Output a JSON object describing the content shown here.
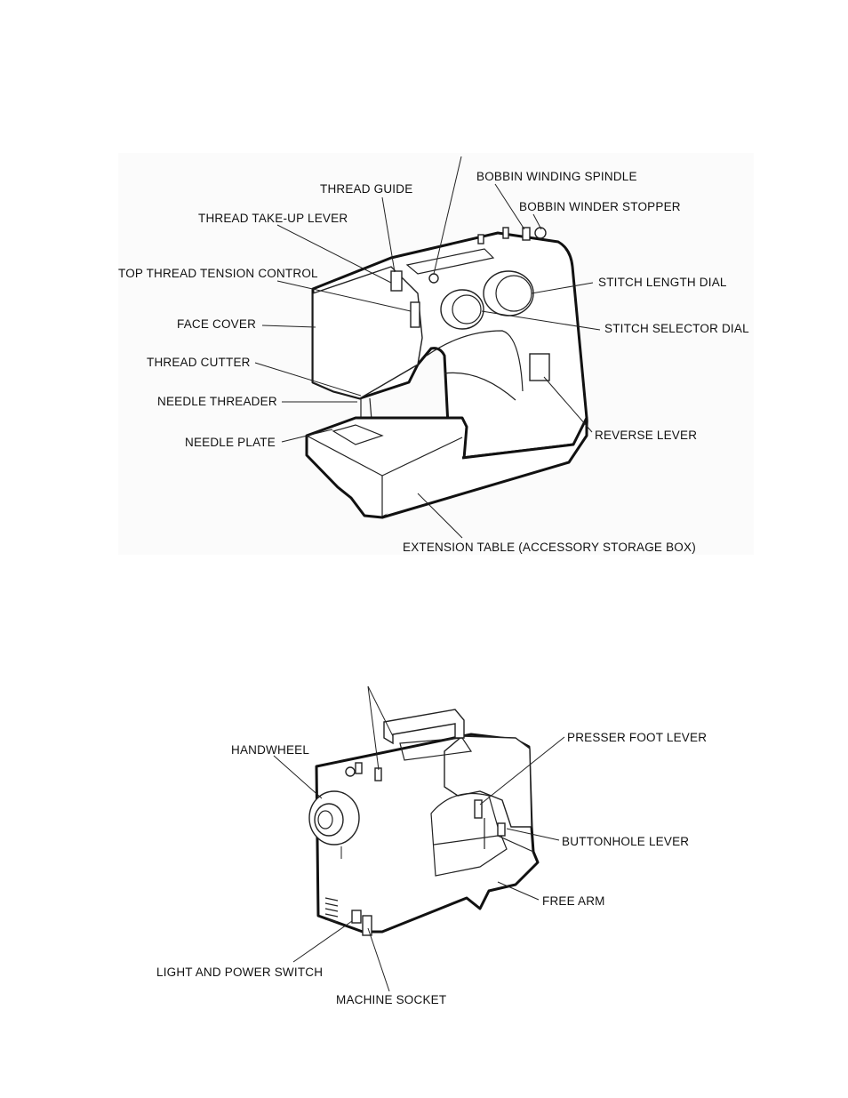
{
  "front_view": {
    "labels": {
      "bobbin_winding_spindle": "BOBBIN WINDING SPINDLE",
      "thread_guide": "THREAD GUIDE",
      "bobbin_winder_stopper": "BOBBIN WINDER STOPPER",
      "thread_take_up_lever": "THREAD TAKE-UP LEVER",
      "top_thread_tension_control": "TOP THREAD TENSION CONTROL",
      "stitch_length_dial": "STITCH LENGTH DIAL",
      "face_cover": "FACE COVER",
      "stitch_selector_dial": "STITCH SELECTOR DIAL",
      "thread_cutter": "THREAD CUTTER",
      "needle_threader": "NEEDLE THREADER",
      "reverse_lever": "REVERSE LEVER",
      "needle_plate": "NEEDLE PLATE",
      "extension_table": "EXTENSION TABLE (ACCESSORY STORAGE BOX)"
    }
  },
  "back_view": {
    "labels": {
      "handwheel": "HANDWHEEL",
      "presser_foot_lever": "PRESSER FOOT LEVER",
      "buttonhole_lever": "BUTTONHOLE LEVER",
      "free_arm": "FREE ARM",
      "light_and_power_switch": "LIGHT AND POWER SWITCH",
      "machine_socket": "MACHINE SOCKET"
    }
  }
}
